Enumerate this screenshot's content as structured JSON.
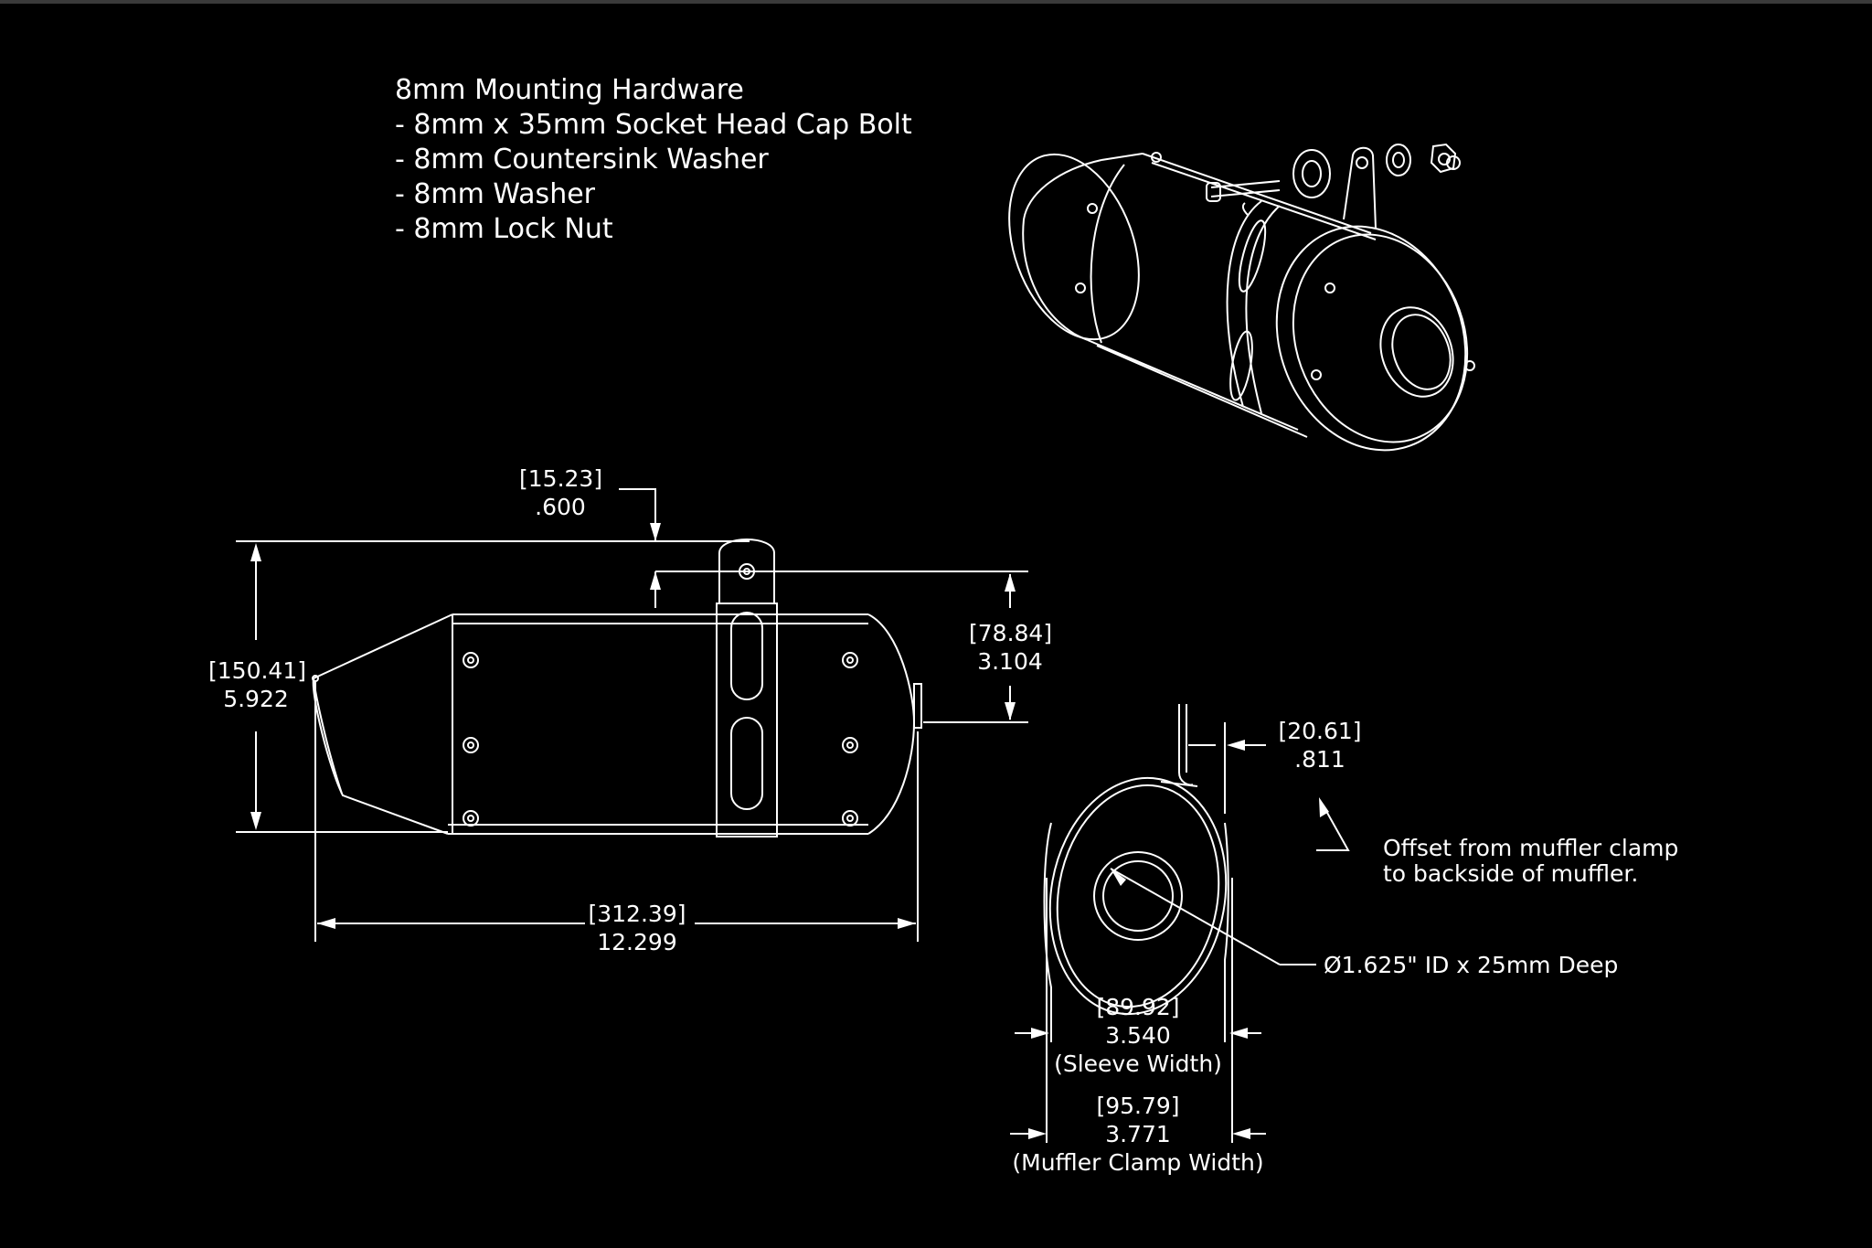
{
  "hardware": {
    "title": "8mm Mounting Hardware",
    "items": [
      "- 8mm x 35mm Socket Head Cap Bolt",
      "- 8mm Countersink Washer",
      "- 8mm Washer",
      "- 8mm Lock Nut"
    ]
  },
  "dimensions": {
    "bracket_offset": {
      "mm": "15.23",
      "in": ".600"
    },
    "overall_height": {
      "mm": "150.41",
      "in": "5.922"
    },
    "mount_height": {
      "mm": "78.84",
      "in": "3.104"
    },
    "overall_length": {
      "mm": "312.39",
      "in": "12.299"
    },
    "clamp_offset": {
      "mm": "20.61",
      "in": ".811"
    },
    "sleeve_width": {
      "mm": "89.92",
      "in": "3.540",
      "label": "(Sleeve Width)"
    },
    "clamp_width": {
      "mm": "95.79",
      "in": "3.771",
      "label": "(Muffler Clamp Width)"
    }
  },
  "notes": {
    "offset_line1": "Offset from muffler clamp",
    "offset_line2": "to backside of muffler.",
    "bore": "Ø1.625\" ID x 25mm Deep"
  },
  "colors": {
    "background": "#000000",
    "lines": "#ffffff"
  }
}
